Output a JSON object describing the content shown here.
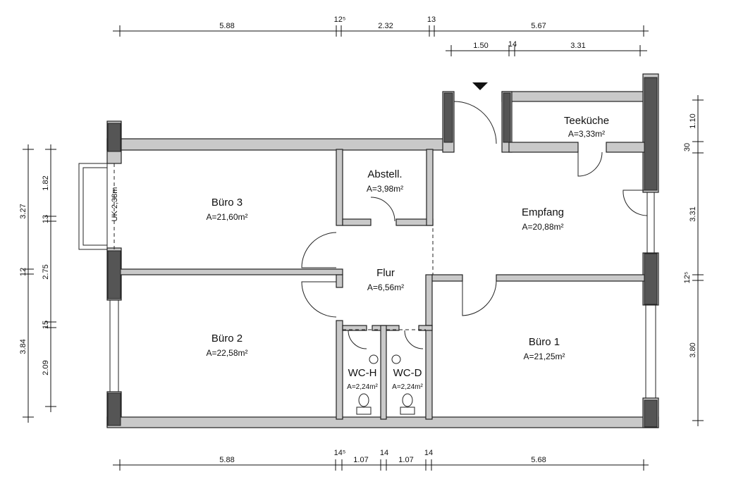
{
  "dims": {
    "top1": [
      "5.88",
      "12⁵",
      "2.32",
      "13",
      "5.67"
    ],
    "top2": [
      "1.50",
      "14",
      "3.31"
    ],
    "bottom": [
      "5.88",
      "14⁵",
      "1.07",
      "14",
      "1.07",
      "14",
      "5.68"
    ],
    "left_outer": [
      "3.27",
      "12",
      "3.84"
    ],
    "left_inner": [
      "1.82",
      "13",
      "2.75",
      "15",
      "2.09"
    ],
    "right": [
      "1.10",
      "30",
      "3.31",
      "12⁵",
      "3.80"
    ]
  },
  "rooms": {
    "buero3": {
      "name": "Büro 3",
      "area": "A=21,60m²"
    },
    "buero2": {
      "name": "Büro 2",
      "area": "A=22,58m²"
    },
    "abstell": {
      "name": "Abstell.",
      "area": "A=3,98m²"
    },
    "flur": {
      "name": "Flur",
      "area": "A=6,56m²"
    },
    "empfang": {
      "name": "Empfang",
      "area": "A=20,88m²"
    },
    "teekueche": {
      "name": "Teeküche",
      "area": "A=3,33m²"
    },
    "buero1": {
      "name": "Büro 1",
      "area": "A=21,25m²"
    },
    "wch": {
      "name": "WC-H",
      "area": "A=2,24m²"
    },
    "wcd": {
      "name": "WC-D",
      "area": "A=2,24m²"
    }
  },
  "window_label": "UK 2,38m"
}
